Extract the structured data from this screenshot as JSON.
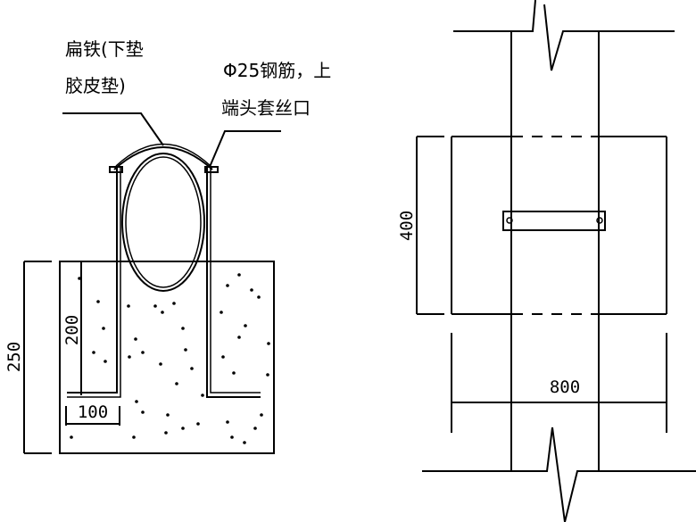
{
  "section_view": {
    "label_flat_iron_line1": "扁铁(下垫",
    "label_flat_iron_line2": "胶皮垫)",
    "label_rebar_line1": "Φ25钢筋，上",
    "label_rebar_line2": "端头套丝口",
    "dim_total_height": "250",
    "dim_rebar_depth": "200",
    "dim_foot_length": "100"
  },
  "plan_view": {
    "dim_height": "400",
    "dim_width": "800"
  }
}
